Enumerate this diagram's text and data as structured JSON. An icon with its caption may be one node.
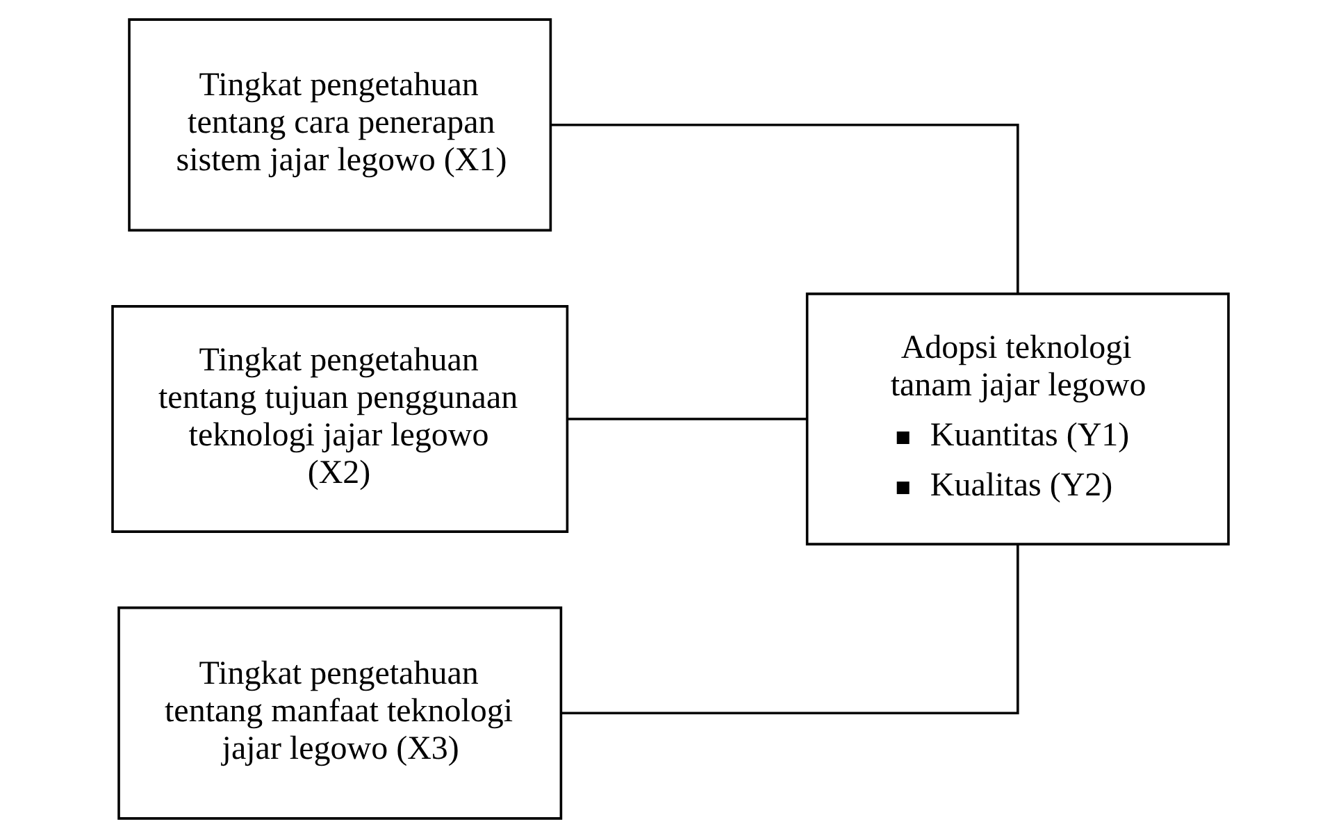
{
  "diagram": {
    "nodes": [
      {
        "text": [
          "Tingkat pengetahuan tentang cara penerapan sistem jajar legowo (X1)"
        ]
      },
      {
        "text": [
          "Tingkat pengetahuan tentang tujuan penggunaan teknologi jajar legowo (X2)"
        ]
      },
      {
        "text": [
          "Tingkat pengetahuan tentang manfaat teknologi jajar legowo (X3)"
        ]
      },
      {
        "text": [
          "Adopsi teknologi tanam jajar legowo",
          "Kuantitas (Y1)",
          "Kualitas (Y2)"
        ]
      }
    ],
    "edges": [
      {
        "from": 0,
        "to": 3,
        "arrow": "none"
      },
      {
        "from": 1,
        "to": 3,
        "arrow": "none"
      },
      {
        "from": 2,
        "to": 3,
        "arrow": "none"
      }
    ]
  }
}
